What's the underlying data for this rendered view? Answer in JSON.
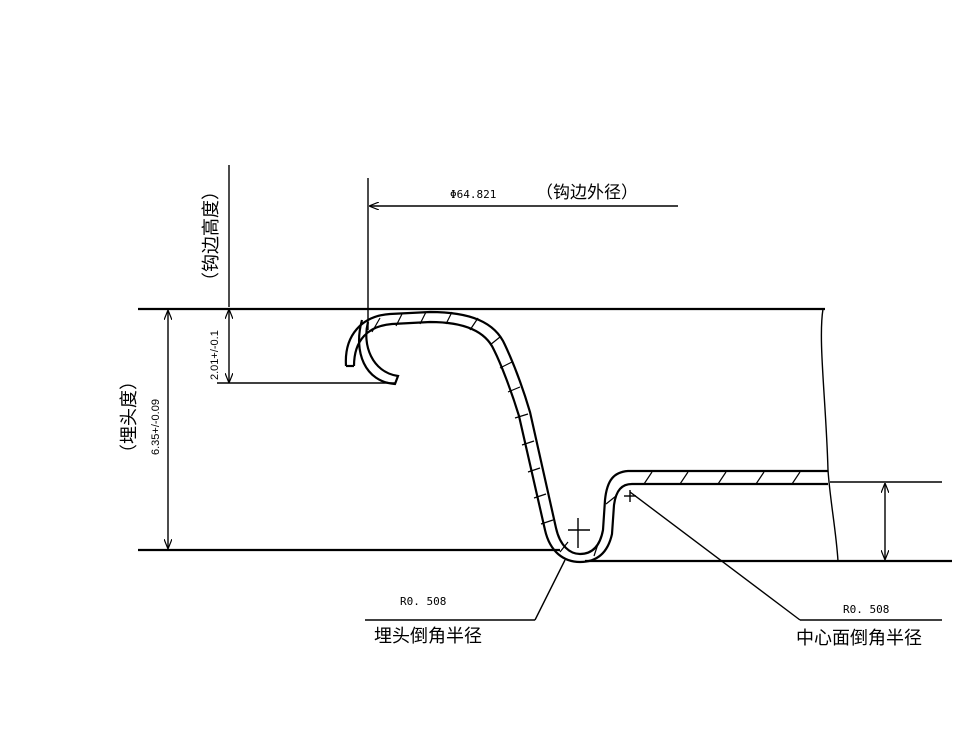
{
  "labels": {
    "flange_outer_diameter_value": "Φ64.821",
    "flange_outer_diameter_name": "（钩边外径）",
    "flange_height_name": "（钩边高度）",
    "flange_height_value": "2.01+/-0.1",
    "countersink_depth_name": "（埋头度）",
    "countersink_depth_value": "6.35+/-0.09",
    "countersink_radius_value": "R0. 508",
    "countersink_radius_name": "埋头倒角半径",
    "center_panel_radius_value": "R0. 508",
    "center_panel_radius_name": "中心面倒角半径"
  }
}
